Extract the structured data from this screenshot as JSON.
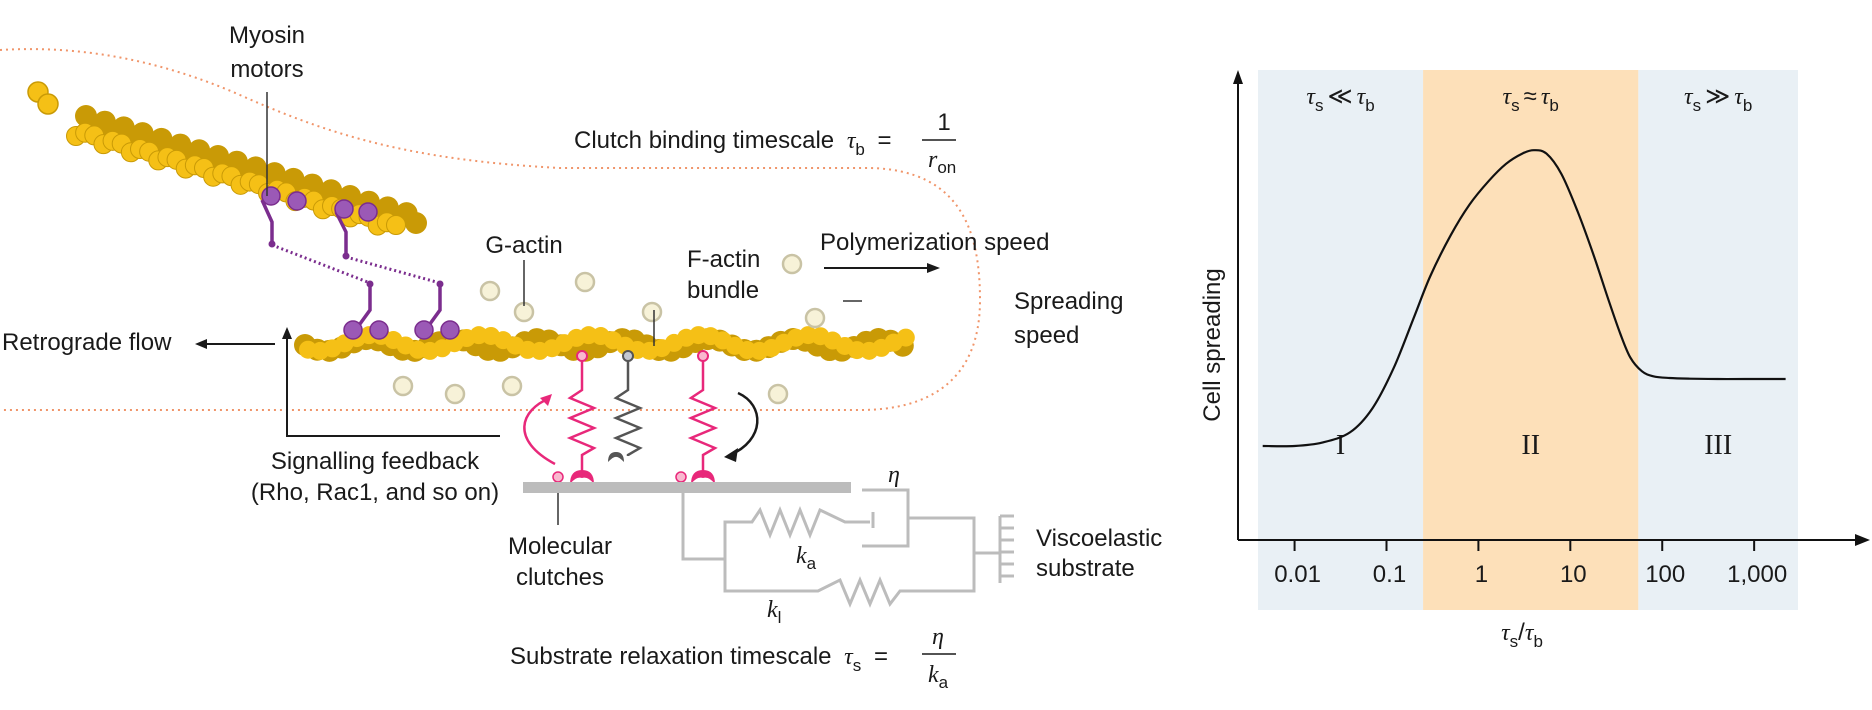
{
  "diagram": {
    "labels": {
      "myosin_line1": "Myosin",
      "myosin_line2": "motors",
      "clutch_binding": "Clutch binding timescale",
      "tau": "τ",
      "sub_b": "b",
      "sub_s": "s",
      "sub_on": "on",
      "equals": "=",
      "one": "1",
      "r": "r",
      "g_actin": "G-actin",
      "f_actin_line1": "F-actin",
      "f_actin_line2": "bundle",
      "polymerization": "Polymerization speed",
      "spreading_line1": "Spreading",
      "spreading_line2": "speed",
      "retrograde": "Retrograde flow",
      "signalling_line1": "Signalling feedback",
      "signalling_line2": "(Rho, Rac1, and so on)",
      "molecular_line1": "Molecular",
      "molecular_line2": "clutches",
      "eta": "η",
      "k": "k",
      "sub_a": "a",
      "sub_l": "l",
      "viscoelastic_line1": "Viscoelastic",
      "viscoelastic_line2": "substrate",
      "substrate_relaxation": "Substrate relaxation timescale"
    },
    "colors": {
      "actin_light": "#f5c016",
      "actin_dark": "#c99a06",
      "myosin": "#9b59b6",
      "myosin_stem": "#7b2d8e",
      "clutch": "#e8287a",
      "substrate_gray": "#bcbcbc",
      "gactin_fill": "#f7f2d8",
      "gactin_stroke": "#c9c3a5",
      "membrane": "#f0956a"
    }
  },
  "chart_data": {
    "type": "line",
    "title": "",
    "xlabel": "τs/τb",
    "ylabel": "Cell spreading",
    "xscale": "log",
    "xlim": [
      0.004,
      3000
    ],
    "ylim": [
      0,
      1
    ],
    "x_ticks": [
      0.01,
      0.1,
      1,
      10,
      100,
      1000
    ],
    "x_tick_labels": [
      "0.01",
      "0.1",
      "1",
      "10",
      "100",
      "1,000"
    ],
    "grid": false,
    "regions": [
      {
        "label": "I",
        "condition": "τs ≪ τb",
        "x_range": [
          0.004,
          0.25
        ],
        "color": "#e9f0f5"
      },
      {
        "label": "II",
        "condition": "τs ≈ τb",
        "x_range": [
          0.25,
          55
        ],
        "color": "#fde0b9"
      },
      {
        "label": "III",
        "condition": "τs ≫ τb",
        "x_range": [
          55,
          3000
        ],
        "color": "#e9f0f5"
      }
    ],
    "series": [
      {
        "name": "Cell spreading",
        "x": [
          0.0045,
          0.01,
          0.02,
          0.04,
          0.07,
          0.12,
          0.2,
          0.3,
          0.5,
          0.8,
          1.3,
          2,
          3,
          4,
          5.5,
          8,
          12,
          18,
          26,
          35,
          45,
          60,
          80,
          120,
          200,
          400,
          800,
          1500,
          2200
        ],
        "y": [
          0.1,
          0.1,
          0.11,
          0.14,
          0.21,
          0.33,
          0.48,
          0.6,
          0.72,
          0.81,
          0.88,
          0.93,
          0.96,
          0.97,
          0.96,
          0.9,
          0.79,
          0.66,
          0.53,
          0.43,
          0.36,
          0.32,
          0.305,
          0.3,
          0.298,
          0.297,
          0.297,
          0.297,
          0.297
        ]
      }
    ]
  }
}
